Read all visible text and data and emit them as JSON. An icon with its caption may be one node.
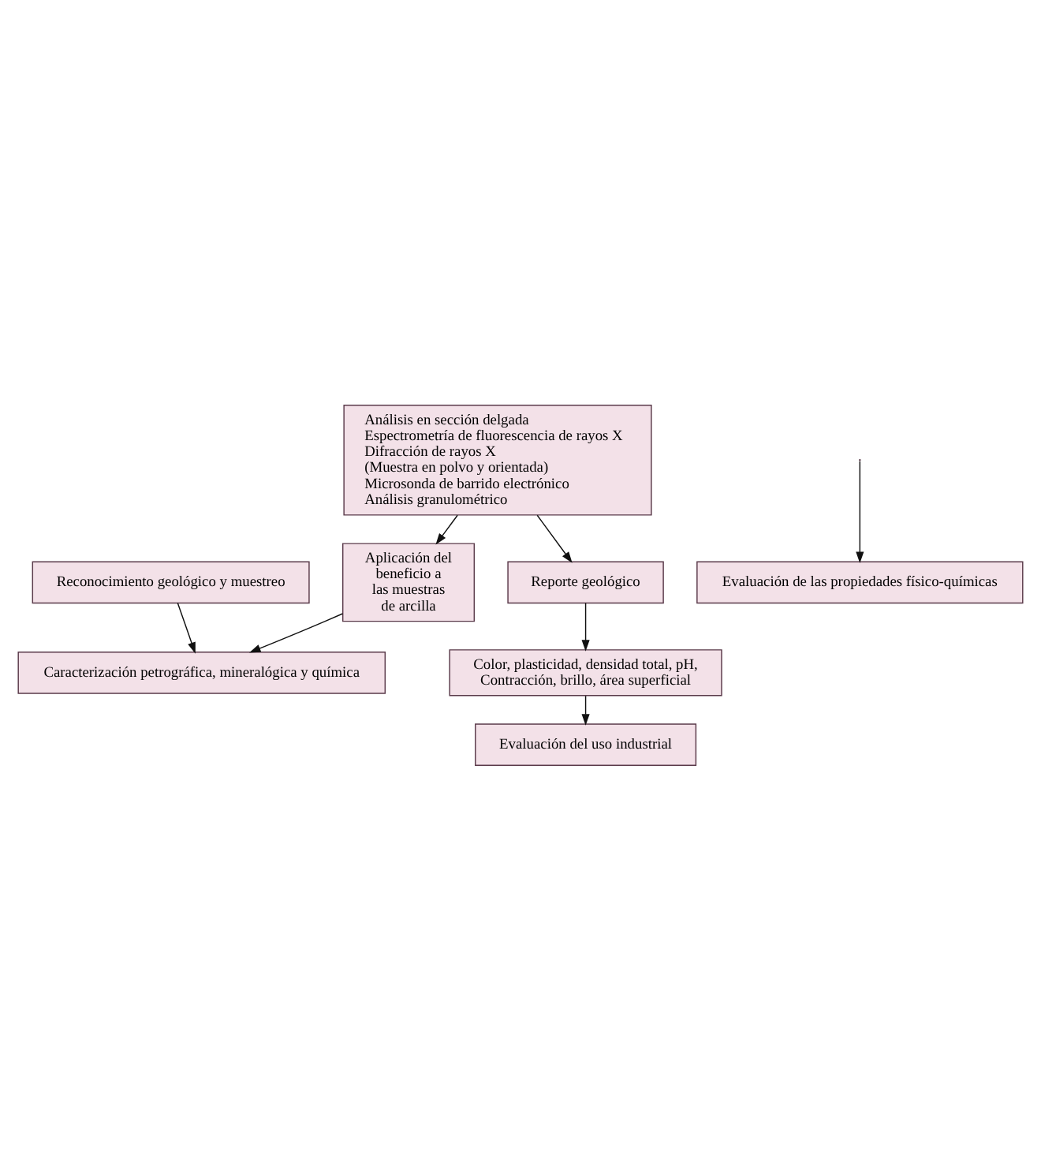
{
  "diagram": {
    "nodes": [
      {
        "text": [
          "Reconocimiento geológico y muestreo"
        ]
      },
      {
        "text": [
          "Caracterización petrográfica, mineralógica y química"
        ]
      },
      {
        "text": [
          "Análisis en sección delgada",
          "Espectrometría de fluorescencia de rayos X",
          "Difracción de rayos X",
          "(Muestra en polvo y orientada)",
          "Microsonda de barrido electrónico",
          "Análisis granulométrico"
        ]
      },
      {
        "text": [
          "Aplicación del beneficio a las muestras de arcilla"
        ]
      },
      {
        "text": [
          "Reporte geológico"
        ]
      },
      {
        "text": [
          "Evaluación de las propiedades físico-químicas"
        ]
      },
      {
        "text": [
          "Color, plasticidad, densidad total, pH, Contracción, brillo, área superficial"
        ]
      },
      {
        "text": [
          "Evaluación del uso industrial"
        ]
      }
    ],
    "edges": [
      {
        "from": 0,
        "to": 1,
        "arrow": "to"
      },
      {
        "from": 3,
        "to": 1,
        "arrow": "to"
      },
      {
        "from": 2,
        "to": 3,
        "arrow": "to"
      },
      {
        "from": 2,
        "to": 4,
        "arrow": "to"
      },
      {
        "from": null,
        "to": 5,
        "arrow": "to"
      },
      {
        "from": 4,
        "to": 6,
        "arrow": "to"
      },
      {
        "from": 6,
        "to": 7,
        "arrow": "to"
      }
    ]
  }
}
